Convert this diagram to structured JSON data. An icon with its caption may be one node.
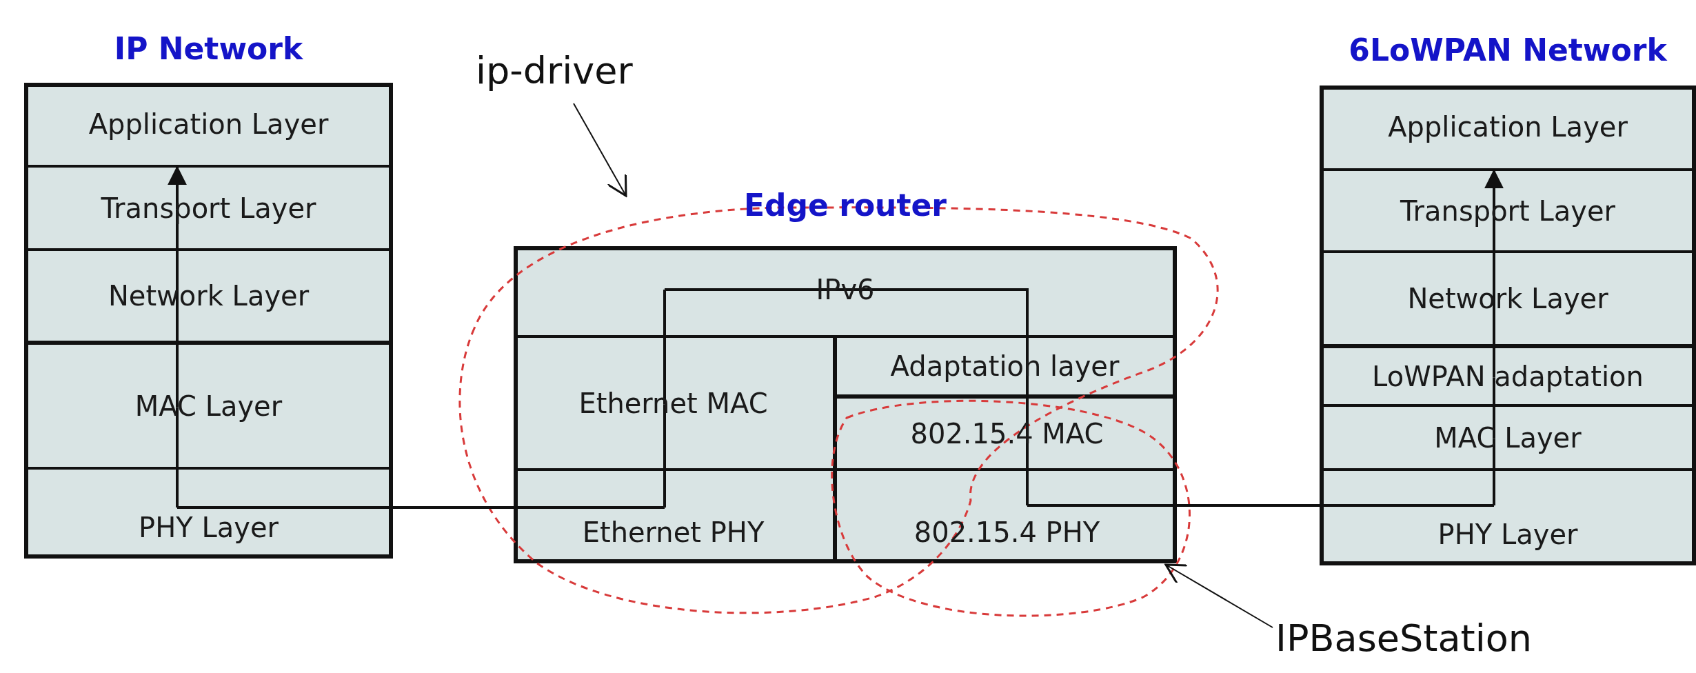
{
  "diagram": {
    "nodes": [
      {
        "text": [
          "IP Network"
        ]
      },
      {
        "text": [
          "Application Layer"
        ],
        "in": 0
      },
      {
        "text": [
          "Transport Layer"
        ],
        "in": 0
      },
      {
        "text": [
          "Network Layer"
        ],
        "in": 0
      },
      {
        "text": [
          "MAC Layer"
        ],
        "in": 0
      },
      {
        "text": [
          "PHY Layer"
        ],
        "in": 0
      },
      {
        "text": [
          "Edge router"
        ]
      },
      {
        "text": [
          "IPv6"
        ],
        "in": 6
      },
      {
        "text": [
          "Ethernet MAC"
        ],
        "in": 6
      },
      {
        "text": [
          "Ethernet PHY"
        ],
        "in": 6
      },
      {
        "text": [
          "Adaptation layer"
        ],
        "in": 6
      },
      {
        "text": [
          "802.15.4 MAC"
        ],
        "in": 6
      },
      {
        "text": [
          "802.15.4 PHY"
        ],
        "in": 6
      },
      {
        "text": [
          "6LoWPAN Network"
        ]
      },
      {
        "text": [
          "Application Layer"
        ],
        "in": 13
      },
      {
        "text": [
          "Transport Layer"
        ],
        "in": 13
      },
      {
        "text": [
          "Network Layer"
        ],
        "in": 13
      },
      {
        "text": [
          "LoWPAN adaptation"
        ],
        "in": 13
      },
      {
        "text": [
          "MAC Layer"
        ],
        "in": 13
      },
      {
        "text": [
          "PHY Layer"
        ],
        "in": 13
      },
      {
        "text": [
          "ip-driver"
        ]
      },
      {
        "text": [
          "IPBaseStation"
        ]
      }
    ],
    "edges": [
      {
        "from": 5,
        "to": 4,
        "arrow": "none"
      },
      {
        "from": 4,
        "to": 3,
        "arrow": "none"
      },
      {
        "from": 3,
        "to": 2,
        "arrow": "none"
      },
      {
        "from": 2,
        "to": 1,
        "arrow": "to"
      },
      {
        "from": 5,
        "to": 9,
        "arrow": "none"
      },
      {
        "from": 9,
        "to": 8,
        "arrow": "none"
      },
      {
        "from": 8,
        "to": 7,
        "arrow": "none"
      },
      {
        "from": 7,
        "to": 10,
        "arrow": "none"
      },
      {
        "from": 10,
        "to": 11,
        "arrow": "none"
      },
      {
        "from": 11,
        "to": 12,
        "arrow": "none"
      },
      {
        "from": 12,
        "to": 19,
        "arrow": "none"
      },
      {
        "from": 19,
        "to": 18,
        "arrow": "none"
      },
      {
        "from": 18,
        "to": 17,
        "arrow": "none"
      },
      {
        "from": 17,
        "to": 16,
        "arrow": "none"
      },
      {
        "from": 16,
        "to": 15,
        "arrow": "none"
      },
      {
        "from": 15,
        "to": 14,
        "arrow": "to"
      },
      {
        "from": 20,
        "to": null,
        "arrow": "to"
      },
      {
        "from": 21,
        "to": 12,
        "arrow": "to"
      }
    ]
  }
}
